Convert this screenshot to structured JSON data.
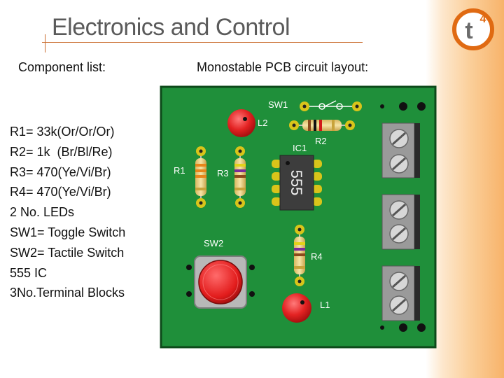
{
  "header": {
    "title": "Electronics and Control"
  },
  "left_panel": {
    "heading": "Component list:",
    "items": [
      "R1= 33k(Or/Or/Or)",
      "R2= 1k  (Br/Bl/Re)",
      "R3= 470(Ye/Vi/Br)",
      "R4= 470(Ye/Vi/Br)",
      "2 No. LEDs",
      "SW1= Toggle Switch",
      "SW2= Tactile Switch",
      "555 IC",
      "3No.Terminal Blocks"
    ]
  },
  "right_panel": {
    "heading": "Monostable PCB circuit layout:"
  },
  "pcb": {
    "labels": {
      "sw1": "SW1",
      "sw2": "SW2",
      "l1": "L1",
      "l2": "L2",
      "r1": "R1",
      "r2": "R2",
      "r3": "R3",
      "r4": "R4",
      "ic1": "IC1",
      "ic_chip": "555"
    }
  },
  "logo": {
    "letter": "t",
    "superscript": "4"
  },
  "colors": {
    "board": "#1f8f3a",
    "led": "#e32222",
    "pad": "#d9c41a",
    "accent": "#c96b2c",
    "logo_orange": "#e06a12"
  }
}
